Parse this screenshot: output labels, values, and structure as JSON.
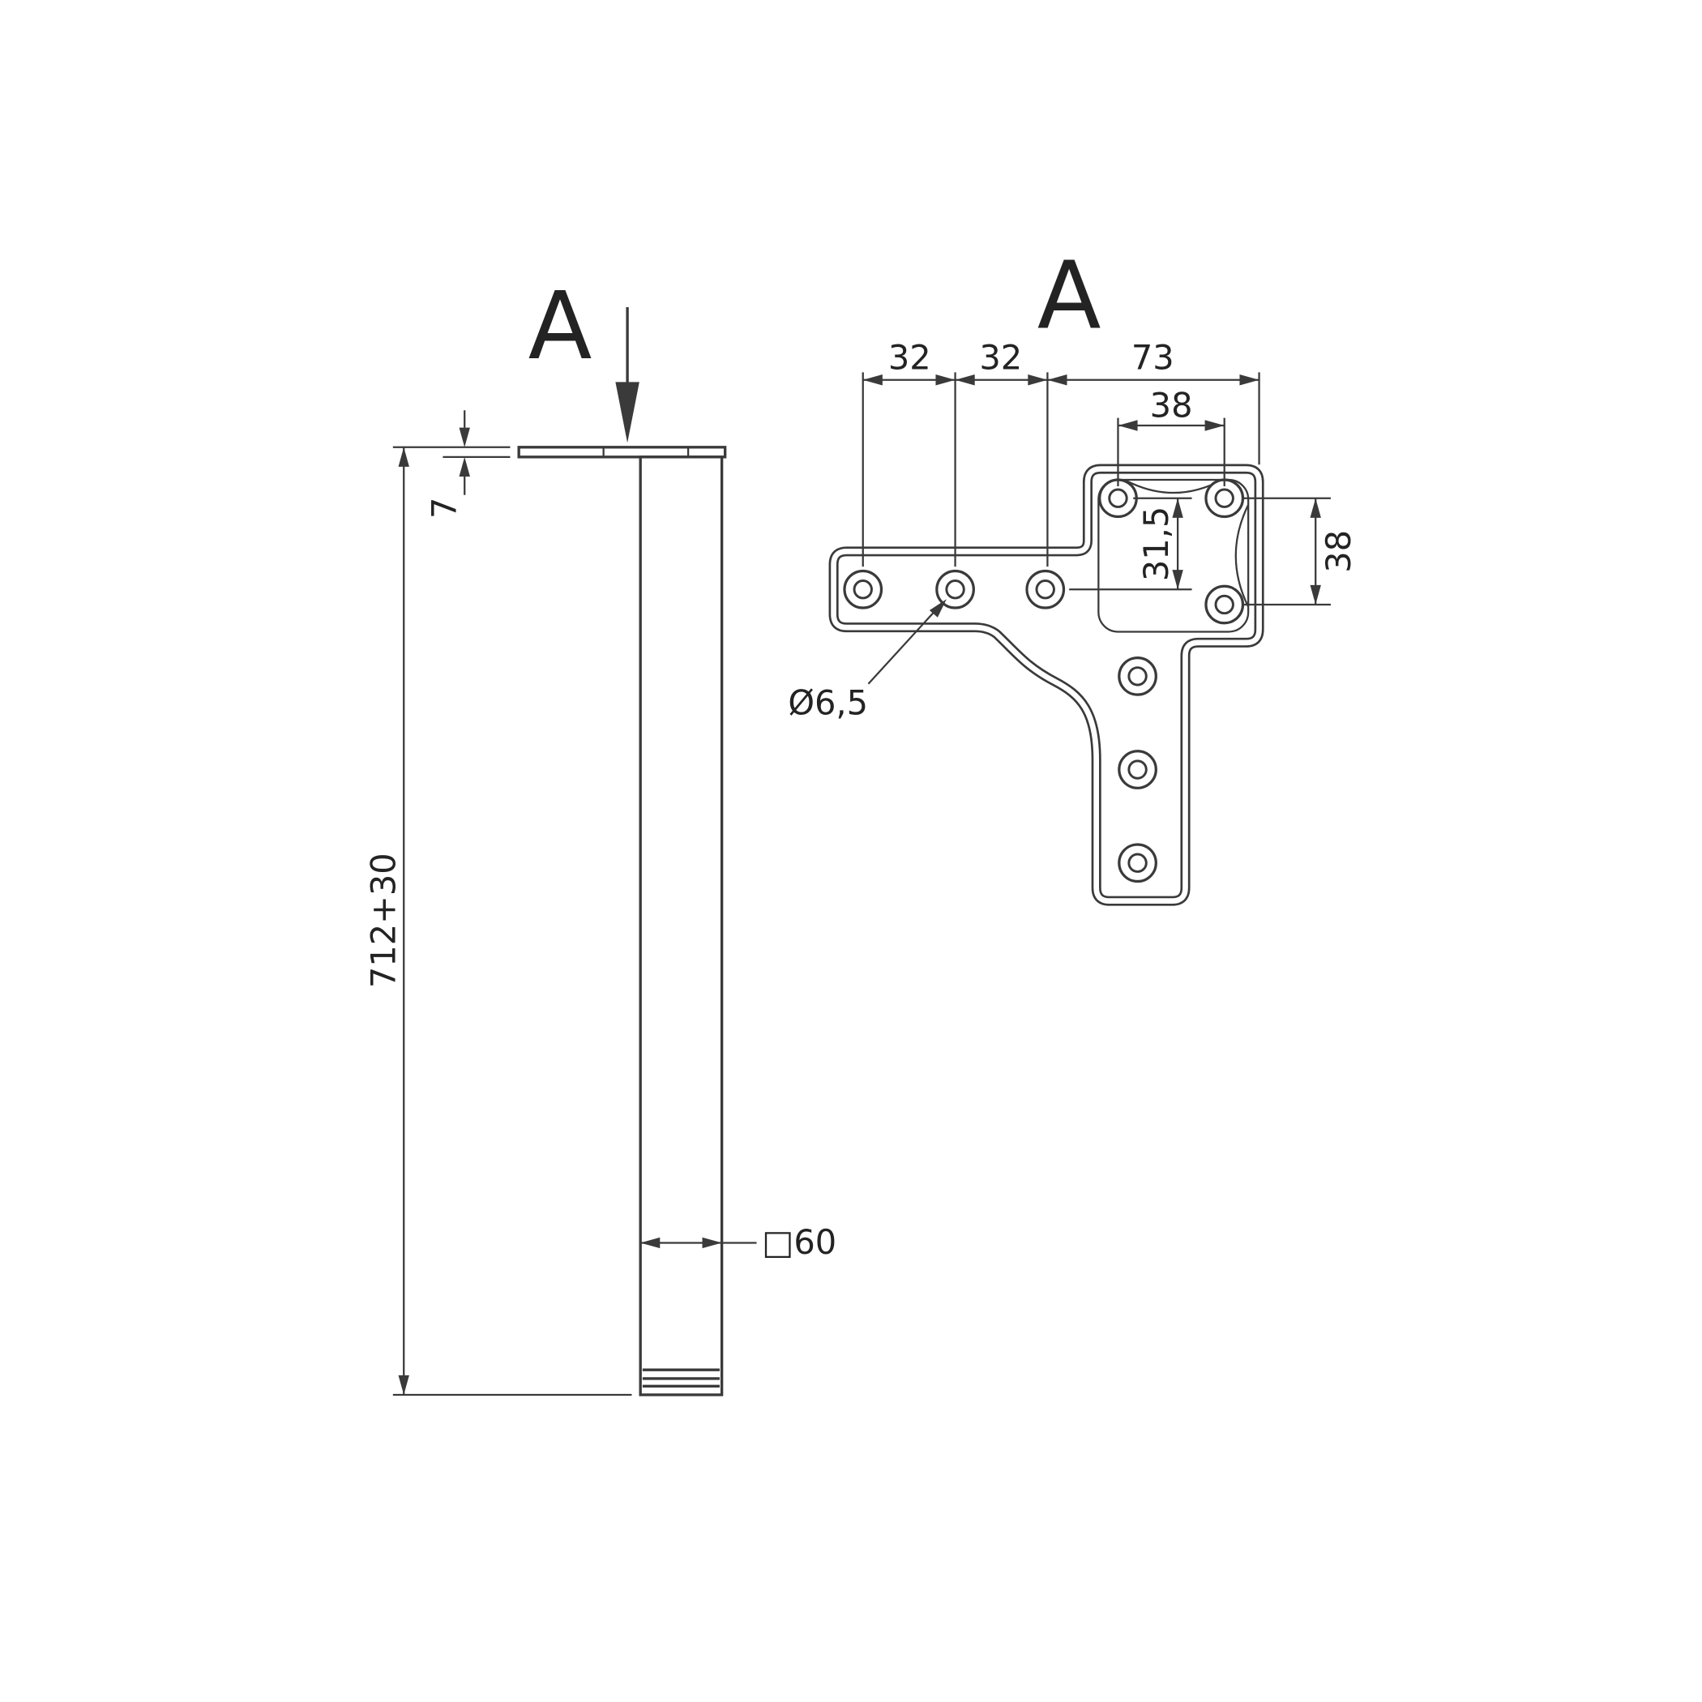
{
  "page": {
    "background": "#ffffff",
    "line_color": "#3a3a3a"
  },
  "side_view": {
    "view_label": "A",
    "dim_height": "712+30",
    "dim_plate_thickness": "7",
    "dim_leg_width": "□60"
  },
  "top_view": {
    "view_label": "A",
    "dim_left_pitch": "32",
    "dim_mid_pitch": "32",
    "dim_right_span": "73",
    "dim_top_hole_span": "38",
    "dim_vertical_offset": "31,5",
    "dim_right_hole_span": "38",
    "dim_hole_diameter": "Ø6,5"
  }
}
